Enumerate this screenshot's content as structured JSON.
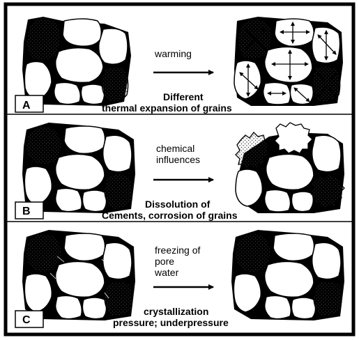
{
  "panels": [
    {
      "label": "A",
      "process": [
        "warming"
      ],
      "caption": [
        "Different",
        "thermal expansion of grains"
      ]
    },
    {
      "label": "B",
      "process": [
        "chemical",
        "influences"
      ],
      "caption": [
        "Dissolution of",
        "Cements, corrosion of grains"
      ]
    },
    {
      "label": "C",
      "process": [
        "freezing of",
        "pore",
        "water"
      ],
      "caption": [
        "crystallization",
        "pressure; underpressure"
      ]
    }
  ]
}
